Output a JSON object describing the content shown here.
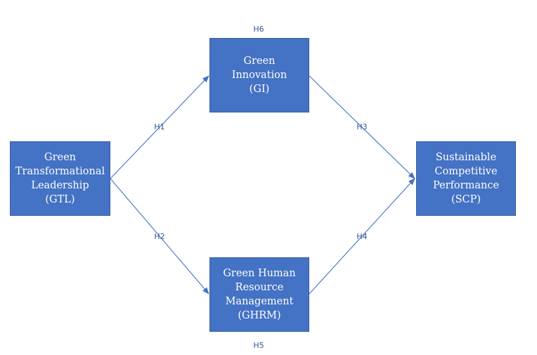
{
  "nodes": {
    "gtl": {
      "label": "Green\nTransformational\nLeadership\n(GTL)"
    },
    "gi": {
      "label": "Green\nInnovation\n(GI)"
    },
    "ghrm": {
      "label": "Green Human\nResource\nManagement\n(GHRM)"
    },
    "scp": {
      "label": "Sustainable\nCompetitive\nPerformance\n(SCP)"
    }
  },
  "hypotheses": {
    "h1": "H1",
    "h2": "H2",
    "h3": "H3",
    "h4": "H4",
    "h5": "H5",
    "h6": "H6"
  },
  "colors": {
    "node_fill": "#4472c4",
    "arrow": "#4472c4",
    "label_text": "#2f5597"
  }
}
